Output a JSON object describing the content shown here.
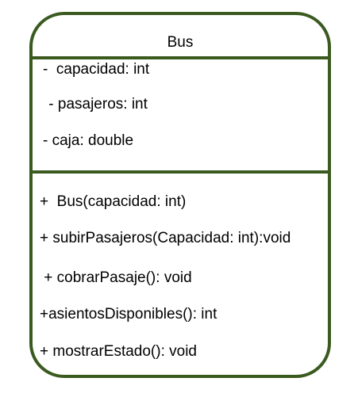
{
  "class_name": "Bus",
  "attributes": [
    "-  capacidad: int",
    " - pasajeros: int",
    "- caja: double"
  ],
  "methods": [
    "+  Bus(capacidad: int)",
    "+ subirPasajeros(Capacidad: int):void",
    " + cobrarPasaje(): void",
    "+asientosDisponibles(): int",
    "+ mostrarEstado(): void"
  ],
  "colors": {
    "border": "#3a5a20",
    "background": "#ffffff",
    "text": "#000000"
  }
}
